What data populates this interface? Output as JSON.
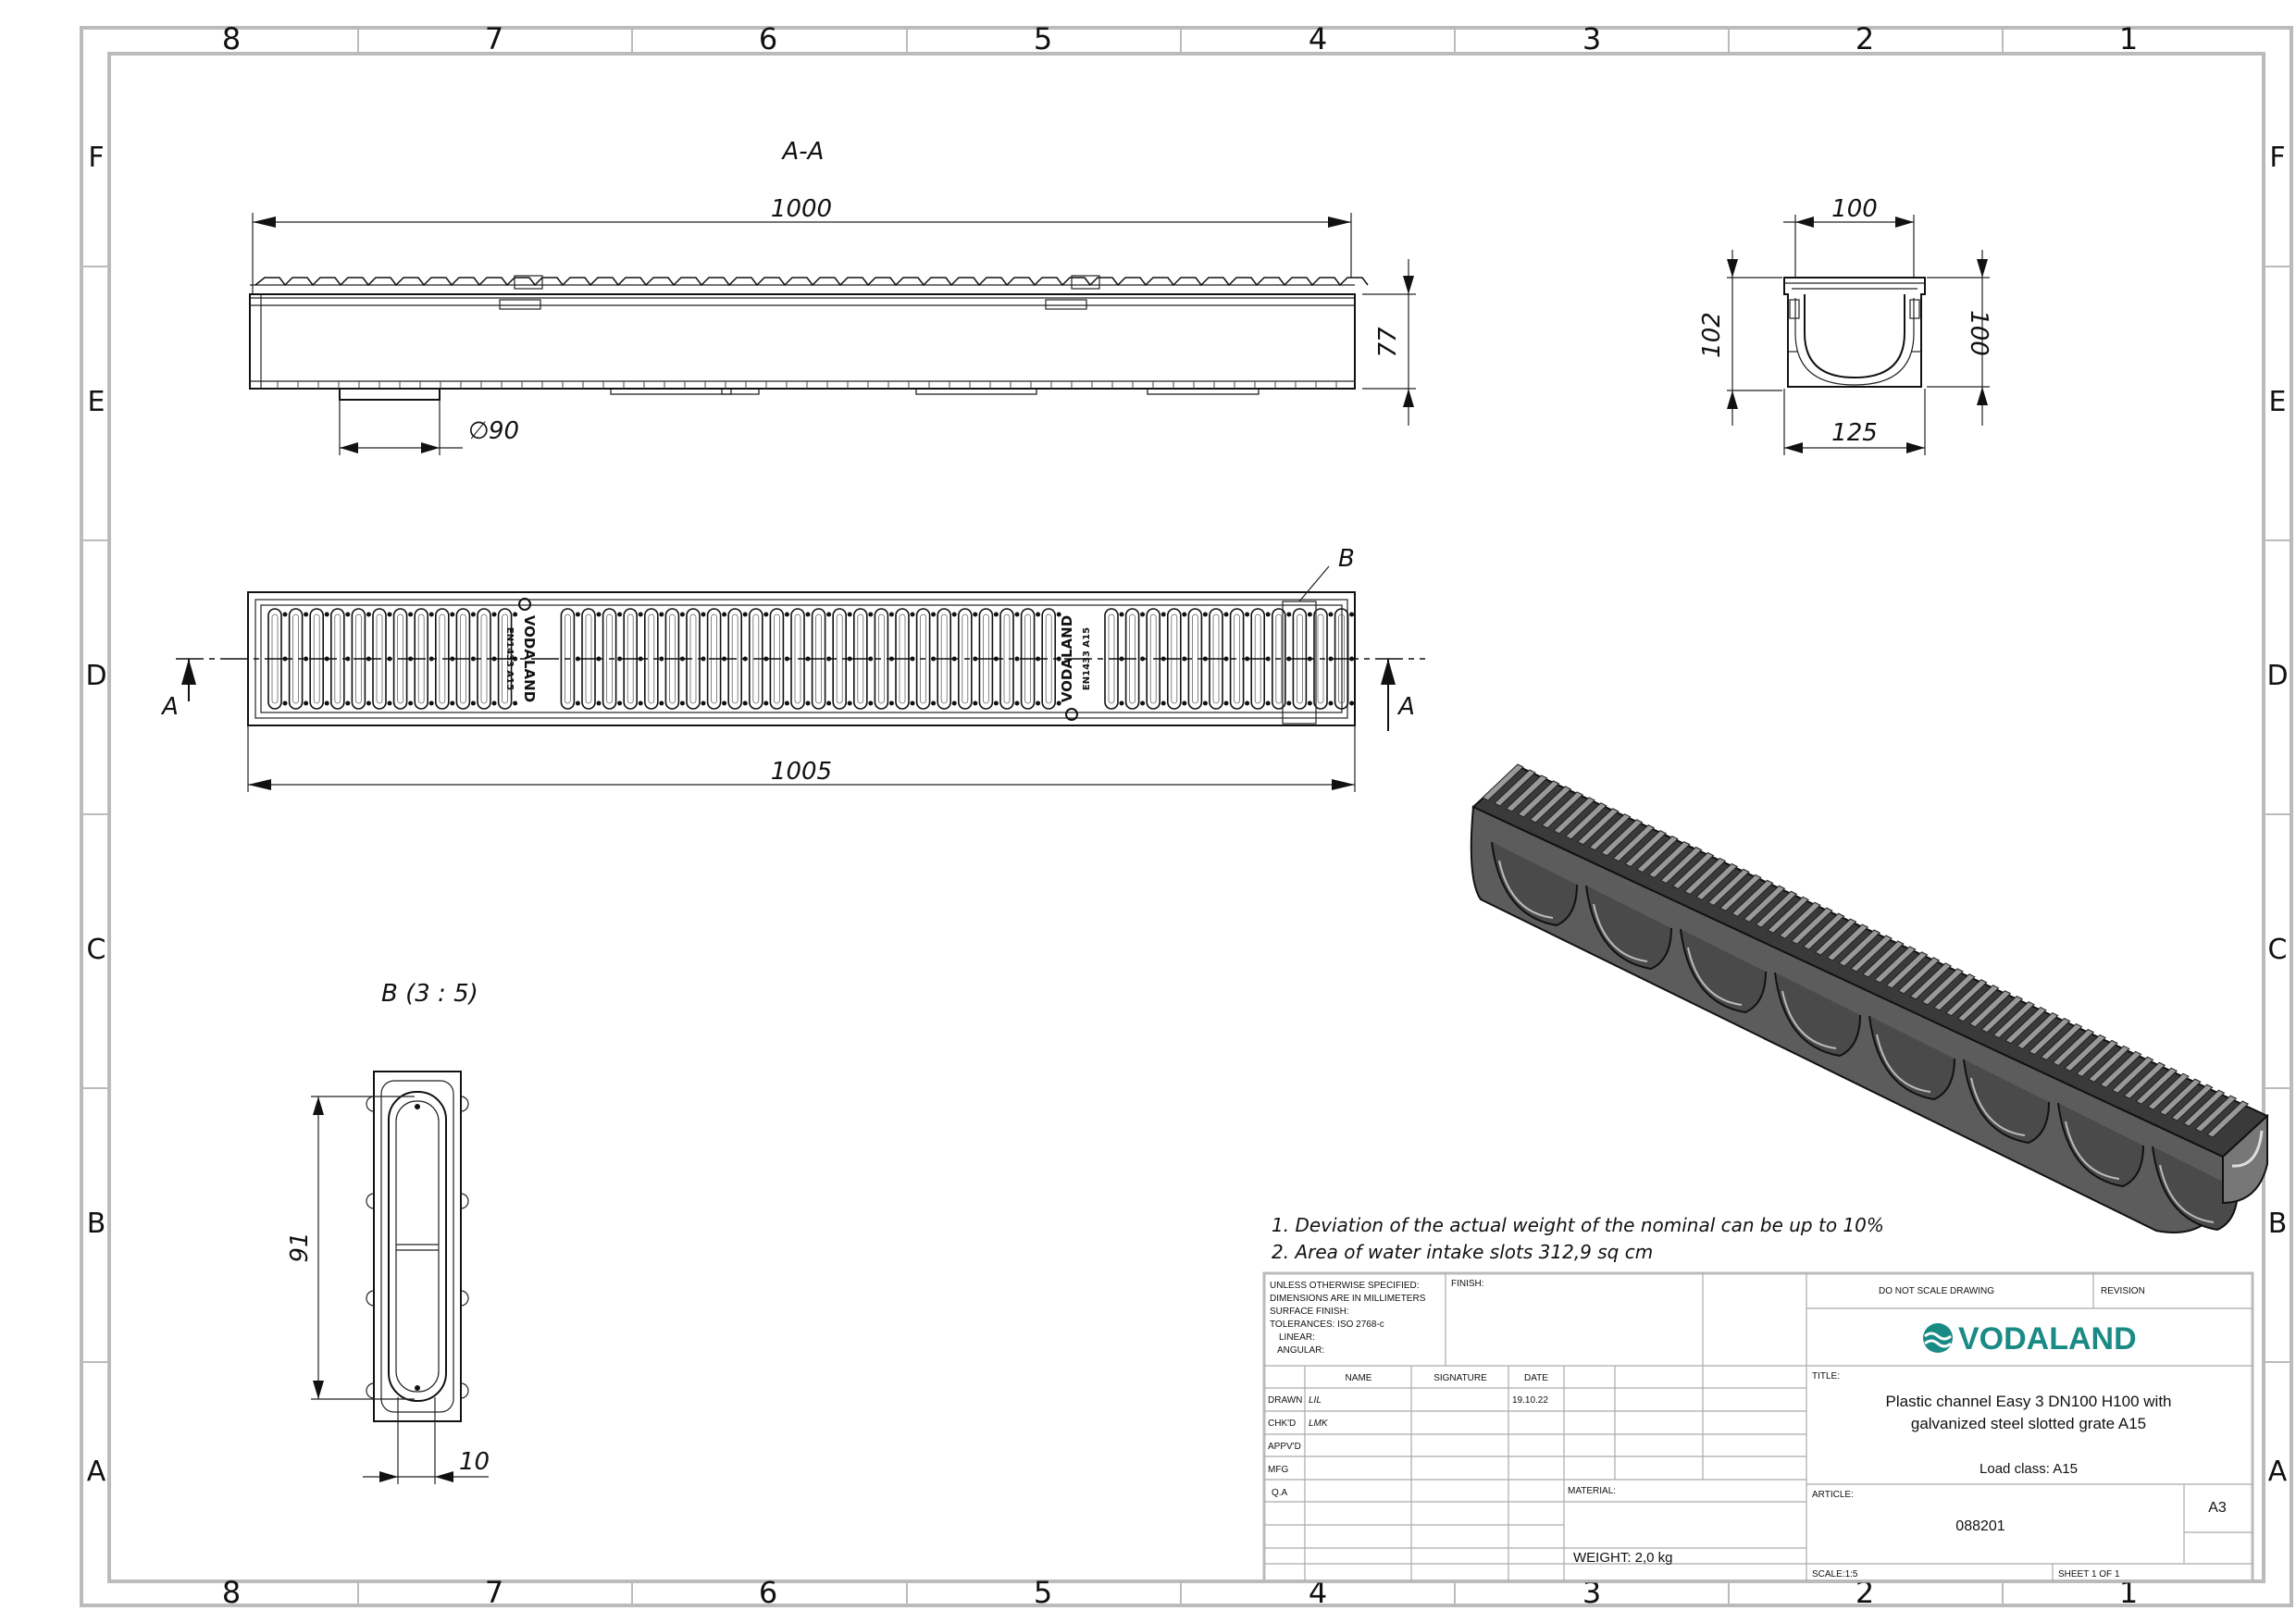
{
  "zone_columns": [
    "8",
    "7",
    "6",
    "5",
    "4",
    "3",
    "2",
    "1"
  ],
  "zone_rows": [
    "F",
    "E",
    "D",
    "C",
    "B",
    "A"
  ],
  "views": {
    "section_label": "A-A",
    "detail_label": "B (3 : 5)",
    "section_cut_letter": "A",
    "detail_marker": "B"
  },
  "dimensions": {
    "length_top": "1000",
    "height_side": "77",
    "outlet_diameter": "90",
    "outlet_diameter_symbol": "∅",
    "length_plan": "1005",
    "end_width_top": "100",
    "end_height_left": "102",
    "end_height_right": "100",
    "end_width_bottom": "125",
    "detail_slot_length": "91",
    "detail_slot_width": "10"
  },
  "grate_logo_text": "VODALAND",
  "grate_class_text": "EN1433 A15",
  "notes": [
    "1. Deviation of the actual weight of the nominal can be up to 10%",
    "2. Area of water intake slots 312,9 sq cm"
  ],
  "title_block": {
    "spec_lines": [
      "UNLESS OTHERWISE SPECIFIED:",
      "DIMENSIONS ARE IN MILLIMETERS",
      "SURFACE FINISH:",
      "TOLERANCES: ISO 2768-c",
      "LINEAR:",
      "ANGULAR:"
    ],
    "finish_label": "FINISH:",
    "do_not_scale": "DO NOT SCALE DRAWING",
    "revision_label": "REVISION",
    "col_name": "NAME",
    "col_signature": "SIGNATURE",
    "col_date": "DATE",
    "rows": [
      {
        "role": "DRAWN",
        "name": "LIL",
        "date": "19.10.22"
      },
      {
        "role": "CHK'D",
        "name": "LMK",
        "date": ""
      },
      {
        "role": "APPV'D",
        "name": "",
        "date": ""
      },
      {
        "role": "MFG",
        "name": "",
        "date": ""
      },
      {
        "role": "Q.A",
        "name": "",
        "date": ""
      }
    ],
    "material_label": "MATERIAL:",
    "weight": "WEIGHT: 2,0 kg",
    "title_label": "TITLE:",
    "title_line1": "Plastic channel Easy 3 DN100 H100 with",
    "title_line2": "galvanized steel slotted grate A15",
    "load_class": "Load class: A15",
    "article_label": "ARTICLE:",
    "article": "088201",
    "sheet_size": "A3",
    "scale": "SCALE:1:5",
    "sheet": "SHEET 1 OF 1",
    "logo_text": "VODALAND",
    "logo_color": "#1a8a84"
  }
}
